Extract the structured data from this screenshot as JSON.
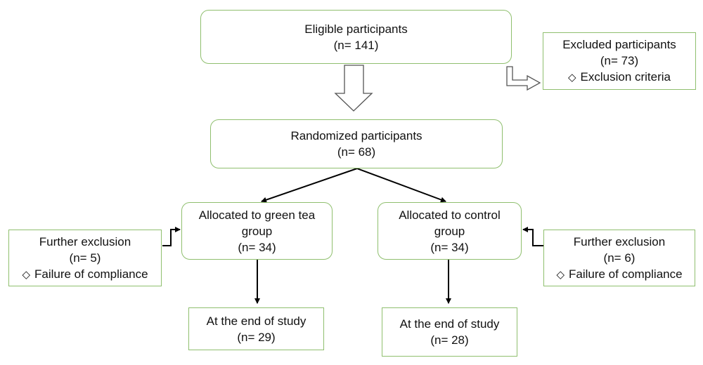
{
  "eligible": {
    "title": "Eligible participants",
    "count": "(n= 141)"
  },
  "excluded": {
    "title": "Excluded participants",
    "count": "(n= 73)",
    "bullet": "◇",
    "criteria": "Exclusion criteria"
  },
  "randomized": {
    "title": "Randomized participants",
    "count": "(n= 68)"
  },
  "green_tea": {
    "title_line1": "Allocated to green tea",
    "title_line2": "group",
    "count": "(n= 34)"
  },
  "control": {
    "title_line1": "Allocated to control",
    "title_line2": "group",
    "count": "(n= 34)"
  },
  "further_left": {
    "title": "Further exclusion",
    "count": "(n= 5)",
    "bullet": "◇",
    "reason": "Failure of compliance"
  },
  "further_right": {
    "title": "Further exclusion",
    "count": "(n= 6)",
    "bullet": "◇",
    "reason": "Failure of compliance"
  },
  "end_green": {
    "title": "At the end of study",
    "count": "(n= 29)"
  },
  "end_control": {
    "title": "At the end of study",
    "count": "(n= 28)"
  },
  "colors": {
    "box_border": "#8fbf6e",
    "arrow": "#000000"
  }
}
